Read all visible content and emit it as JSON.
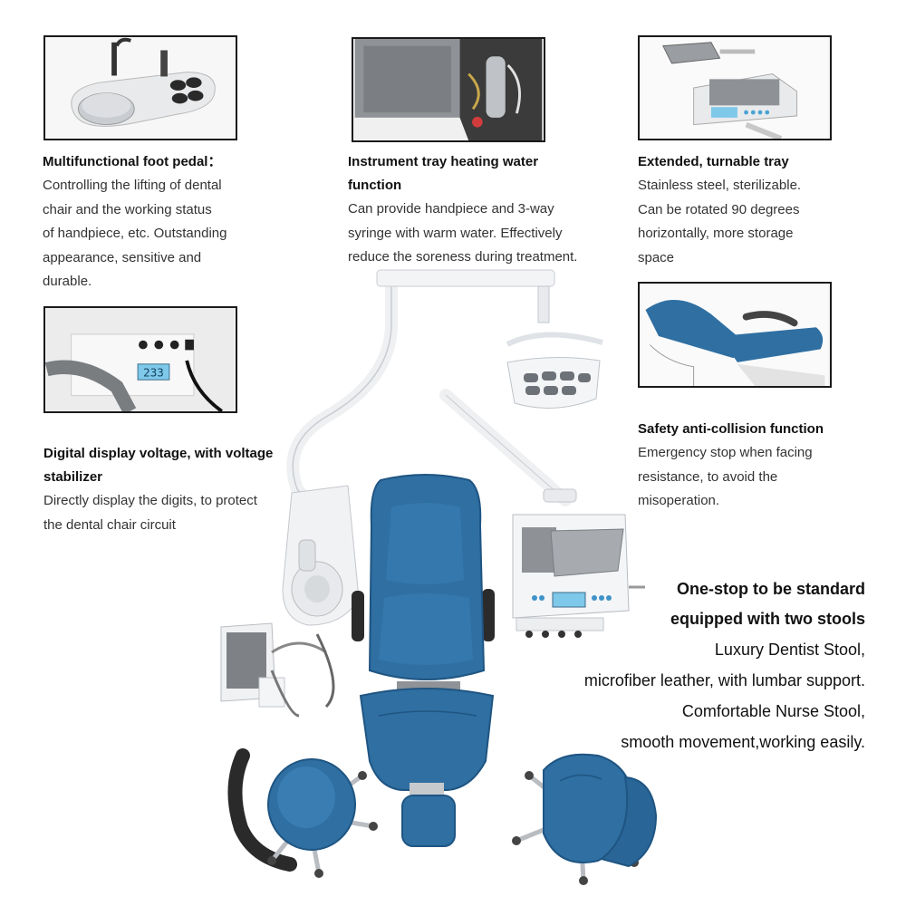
{
  "features": {
    "foot_pedal": {
      "title": "Multifunctional foot pedal：",
      "lines": [
        "Controlling the lifting of dental",
        "chair and the working status",
        "of handpiece, etc. Outstanding",
        "appearance, sensitive and",
        "durable."
      ]
    },
    "heating_water": {
      "title_lines": [
        "Instrument tray heating water",
        "function"
      ],
      "lines": [
        "Can provide handpiece and 3-way",
        "syringe with warm water. Effectively",
        "reduce the soreness during treatment."
      ]
    },
    "turnable_tray": {
      "title": "Extended, turnable tray",
      "lines": [
        "Stainless steel, sterilizable.",
        "Can be rotated 90 degrees",
        "horizontally, more storage",
        "space"
      ]
    },
    "digital_display": {
      "title_lines": [
        "Digital display voltage, with voltage",
        "stabilizer"
      ],
      "lines": [
        "Directly display the digits, to protect",
        "the dental chair circuit"
      ],
      "display_reading": "233"
    },
    "anti_collision": {
      "title": "Safety anti-collision function",
      "lines": [
        "Emergency stop when facing",
        "resistance, to avoid the",
        "misoperation."
      ]
    }
  },
  "stools": {
    "headings": [
      "One-stop to be standard",
      "equipped with two stools"
    ],
    "lines": [
      "Luxury Dentist Stool,",
      "microfiber leather, with lumbar support.",
      "Comfortable Nurse Stool,",
      "smooth movement,working easily."
    ]
  },
  "colors": {
    "upholstery_blue": "#2f6fa2",
    "upholstery_dark": "#1f5582",
    "frame_white": "#f3f4f6",
    "display_lcd": "#7ec8ea",
    "border": "#1a1a1a"
  }
}
